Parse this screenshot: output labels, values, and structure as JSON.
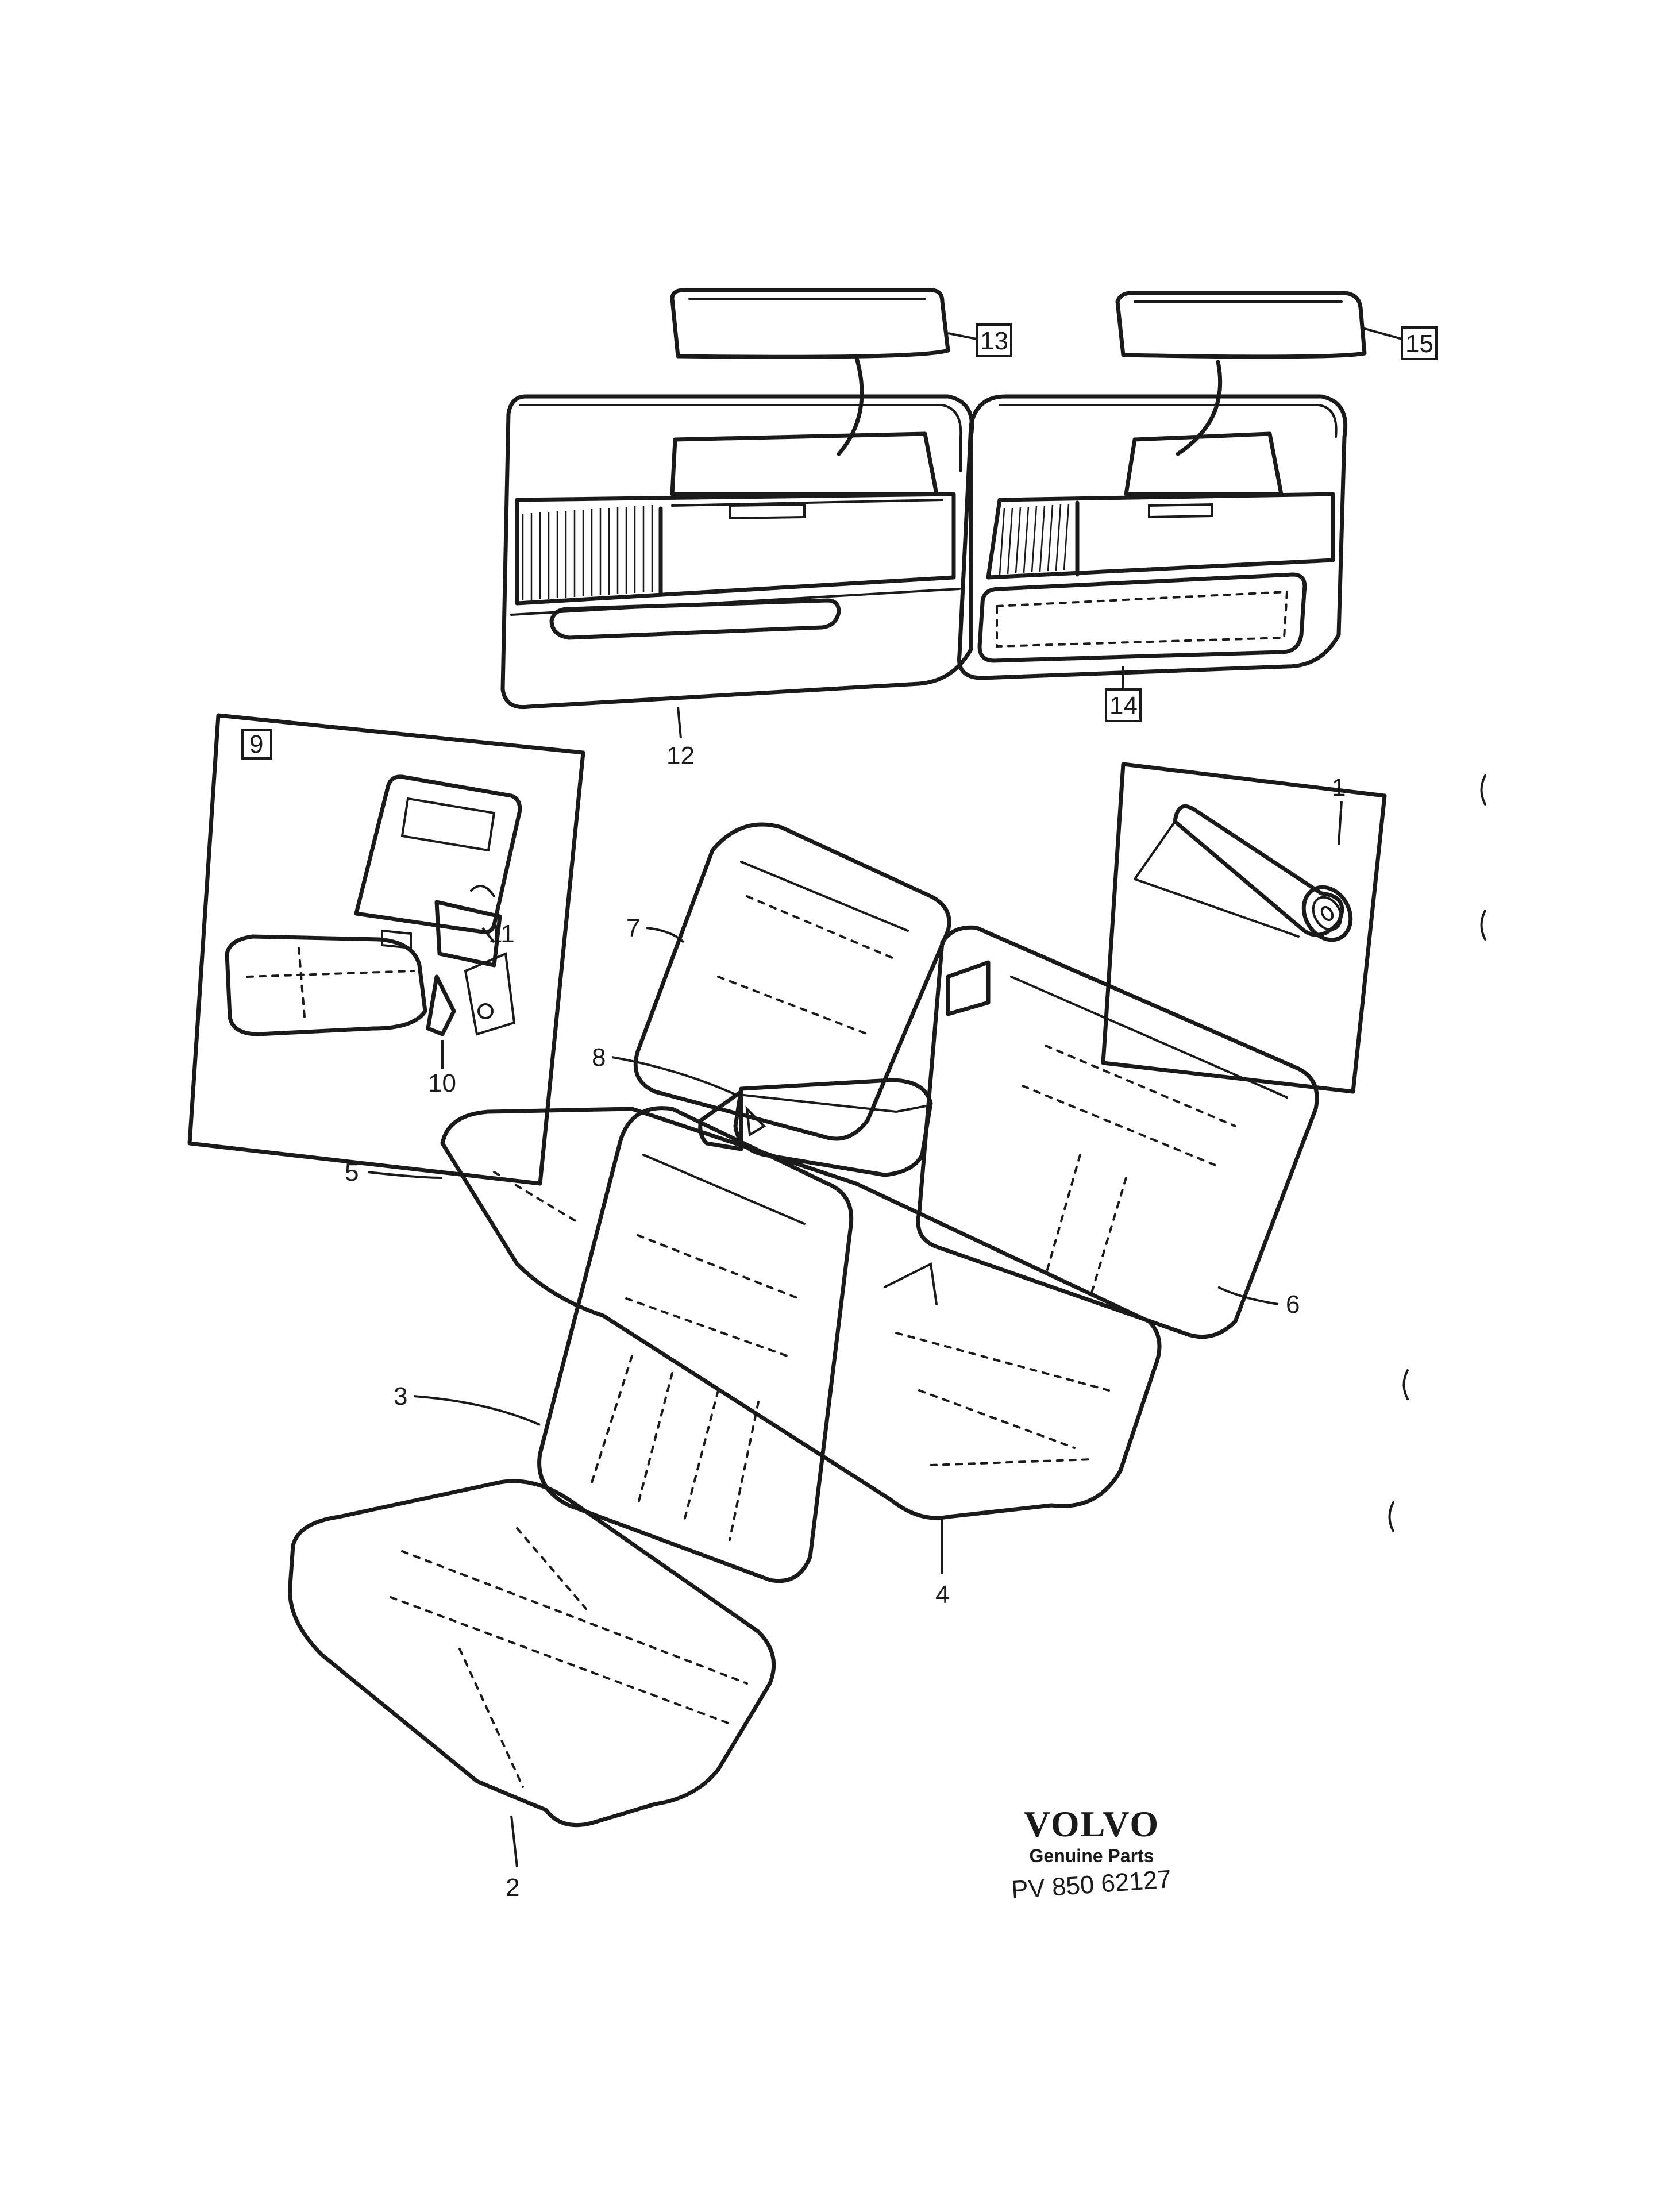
{
  "callouts": [
    {
      "id": "1",
      "label": "1"
    },
    {
      "id": "2",
      "label": "2"
    },
    {
      "id": "3",
      "label": "3"
    },
    {
      "id": "4",
      "label": "4"
    },
    {
      "id": "5",
      "label": "5"
    },
    {
      "id": "6",
      "label": "6"
    },
    {
      "id": "7",
      "label": "7"
    },
    {
      "id": "8",
      "label": "8"
    },
    {
      "id": "9",
      "label": "9"
    },
    {
      "id": "10",
      "label": "10"
    },
    {
      "id": "11",
      "label": "11"
    },
    {
      "id": "12",
      "label": "12"
    },
    {
      "id": "13",
      "label": "13"
    },
    {
      "id": "14",
      "label": "14"
    },
    {
      "id": "15",
      "label": "15"
    }
  ],
  "brand": {
    "name": "VOLVO",
    "tagline": "Genuine Parts",
    "part_number": "PV 850 62127"
  }
}
